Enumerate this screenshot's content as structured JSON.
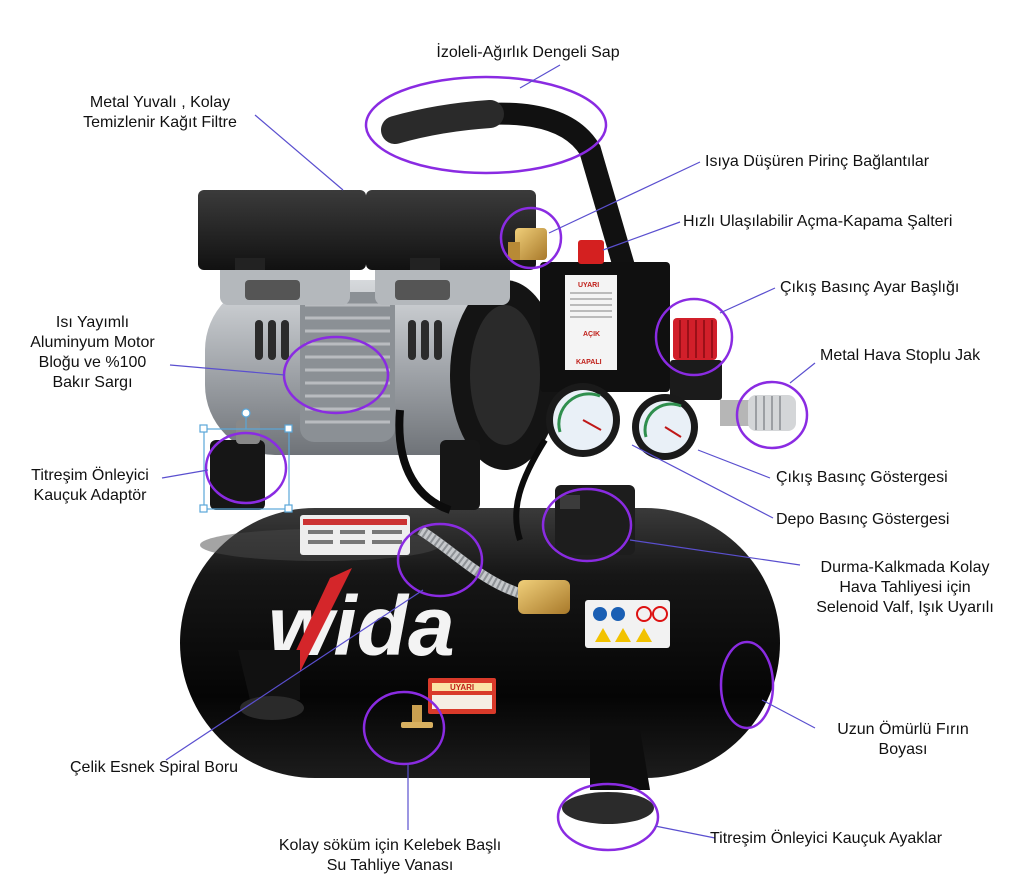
{
  "labels": {
    "handle": "İzoleli-Ağırlık Dengeli Sap",
    "filter": "Metal Yuvalı , Kolay\nTemizlenir Kağıt Filtre",
    "brass": "Isıya Düşüren Pirinç Bağlantılar",
    "switch": "Hızlı Ulaşılabilir Açma-Kapama Şalteri",
    "regulator_knob": "Çıkış Basınç Ayar Başlığı",
    "quick_coupler": "Metal Hava Stoplu Jak",
    "motor": "Isı Yayımlı\nAluminyum Motor\nBloğu ve %100\nBakır Sargı",
    "vibration_adapter": "Titreşim Önleyici\nKauçuk Adaptör",
    "outlet_gauge": "Çıkış Basınç Göstergesi",
    "tank_gauge": "Depo Basınç Göstergesi",
    "solenoid": "Durma-Kalkmada Kolay\nHava Tahliyesi için\nSelenoid Valf, Işık Uyarılı",
    "paint": "Uzun Ömürlü Fırın\nBoyası",
    "spiral_hose": "Çelik Esnek Spiral Boru",
    "feet": "Titreşim Önleyici Kauçuk Ayaklar",
    "drain_valve": "Kolay söküm için Kelebek Başlı\nSu Tahliye Vanası"
  },
  "product": {
    "brand": "wida",
    "switch_panel_text": [
      "UYARI",
      "AÇIK",
      "KAPALI"
    ],
    "warning_sticker": "UYARI"
  },
  "colors": {
    "callout_line": "#5a4fcf",
    "highlight_ring": "#8a2be2",
    "tank": "#0c0c0c",
    "motor_body": "#a9adb2",
    "brand_red": "#d4262a",
    "brass": "#c9a040",
    "regulator_red": "#d11f2a"
  }
}
